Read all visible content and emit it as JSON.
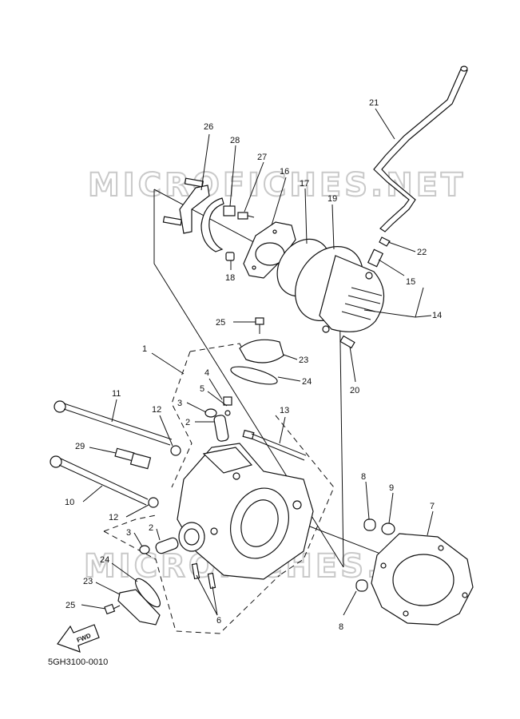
{
  "watermark": "MICROFICHES.NET",
  "diagram_code": "5GH3100-0010",
  "fwd_label": "FWD",
  "part_numbers": {
    "p1": "1",
    "p2a": "2",
    "p2b": "2",
    "p3a": "3",
    "p3b": "3",
    "p4": "4",
    "p5": "5",
    "p6": "6",
    "p7": "7",
    "p8a": "8",
    "p8b": "8",
    "p9": "9",
    "p10": "10",
    "p11": "11",
    "p12a": "12",
    "p12b": "12",
    "p13": "13",
    "p14": "14",
    "p15": "15",
    "p16": "16",
    "p17": "17",
    "p18": "18",
    "p19": "19",
    "p20": "20",
    "p21": "21",
    "p22": "22",
    "p23a": "23",
    "p23b": "23",
    "p24a": "24",
    "p24b": "24",
    "p25a": "25",
    "p25b": "25",
    "p26": "26",
    "p27": "27",
    "p28": "28",
    "p29": "29"
  }
}
